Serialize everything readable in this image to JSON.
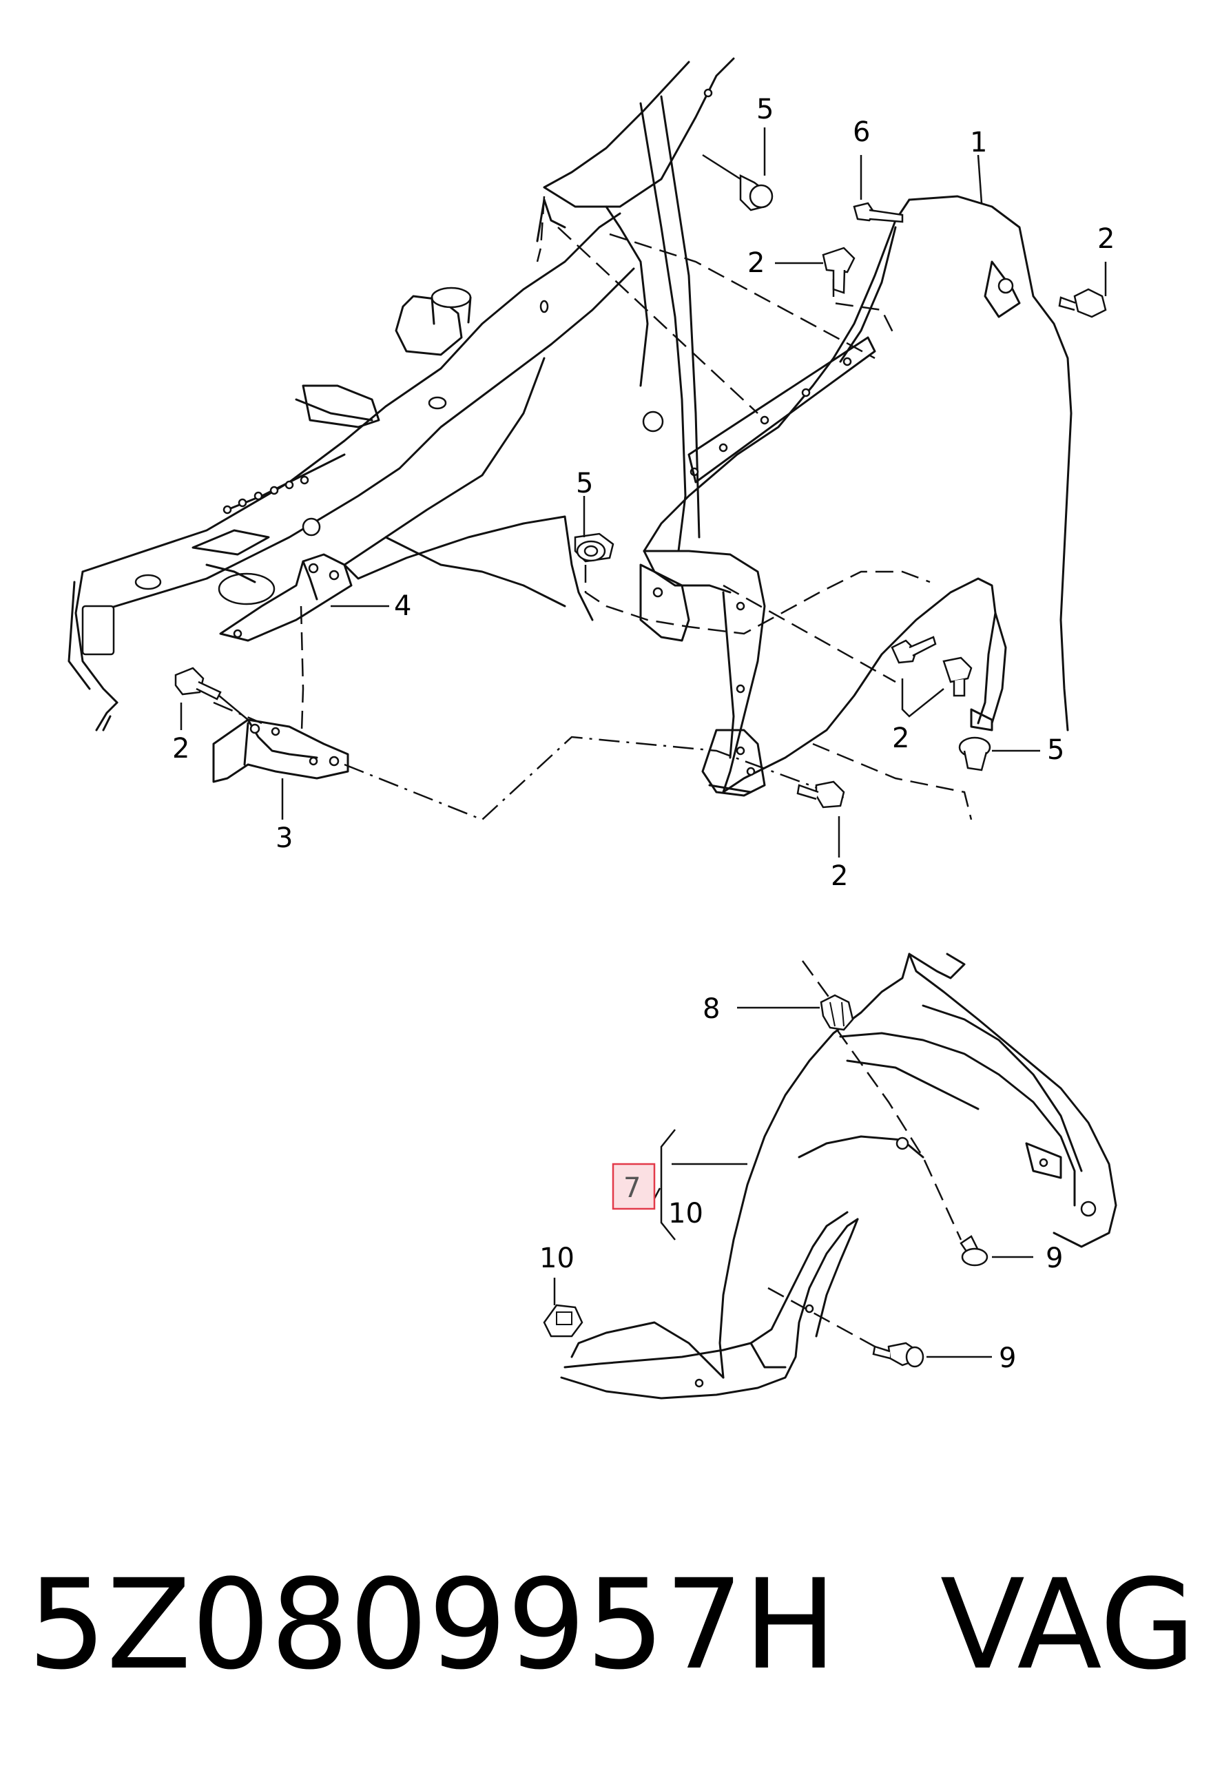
{
  "diagram": {
    "callouts": {
      "c1": "1",
      "c2": "2",
      "c3": "3",
      "c4": "4",
      "c5": "5",
      "c6": "6",
      "c7": "7",
      "c8": "8",
      "c9": "9",
      "c10": "10"
    },
    "highlight_color": "#e23a4a"
  },
  "footer": {
    "part_number": "5Z0809957H",
    "brand": "VAG"
  }
}
